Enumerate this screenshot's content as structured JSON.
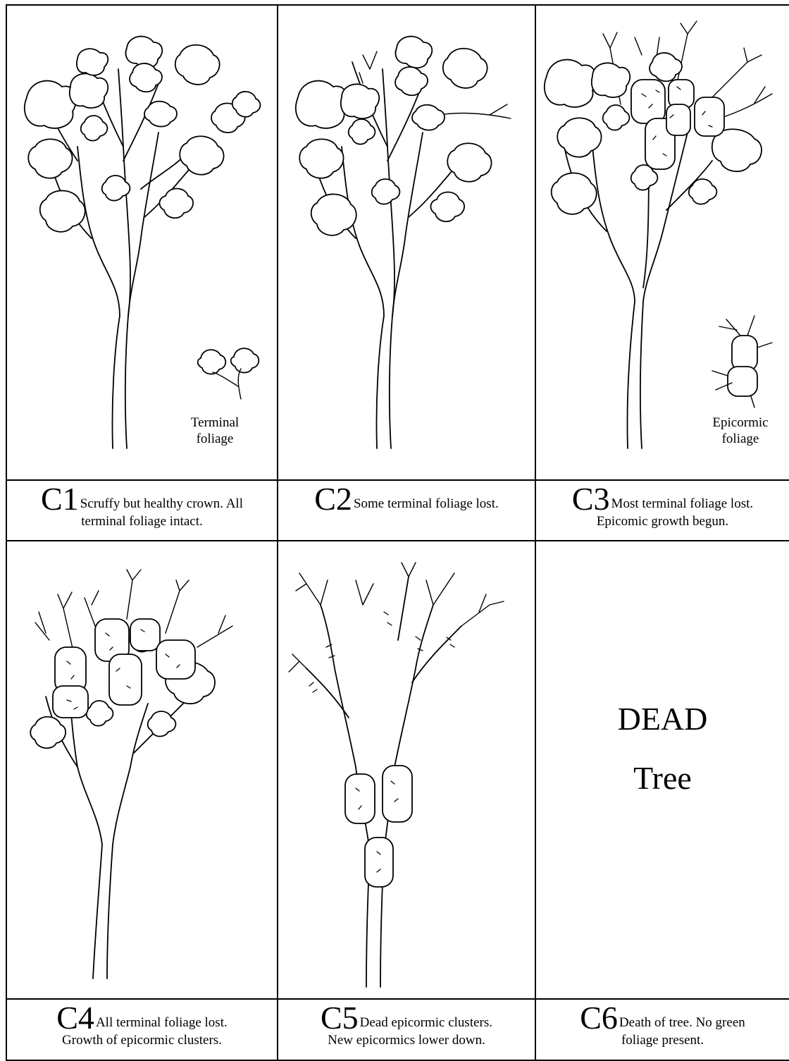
{
  "panels": [
    {
      "code": "C1",
      "caption_line1": "Scruffy but healthy crown.  All",
      "caption_line2": "terminal foliage intact.",
      "inset_label_line1": "Terminal",
      "inset_label_line2": "foliage"
    },
    {
      "code": "C2",
      "caption_line1": "Some terminal foliage lost.",
      "caption_line2": ""
    },
    {
      "code": "C3",
      "caption_line1": "Most terminal foliage lost.",
      "caption_line2": "Epicomic growth begun.",
      "inset_label_line1": "Epicormic",
      "inset_label_line2": "foliage"
    },
    {
      "code": "C4",
      "caption_line1": "All terminal foliage lost.",
      "caption_line2": "Growth of epicormic clusters."
    },
    {
      "code": "C5",
      "caption_line1": "Dead epicormic clusters.",
      "caption_line2": "New epicormics lower down."
    },
    {
      "code": "C6",
      "caption_line1": "Death of tree. No green",
      "caption_line2": "foliage present.",
      "dead_word": "DEAD",
      "dead_word2": "Tree"
    }
  ]
}
